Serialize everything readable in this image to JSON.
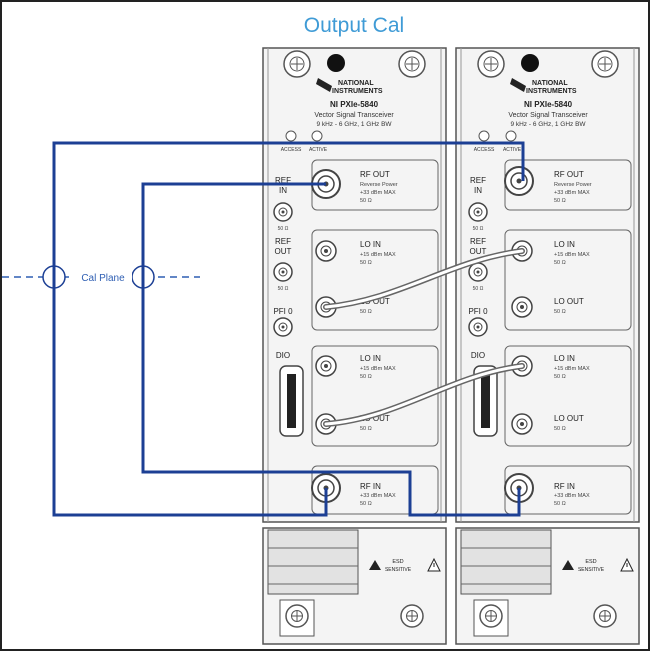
{
  "title": "Output Cal",
  "cal_plane_label": "Cal Plane",
  "colors": {
    "title": "#3f9bd6",
    "cable_blue": "#1c3f94",
    "dashed": "#2f5fb3",
    "panel_fill": "#f3f3f3",
    "panel_stroke": "#555555",
    "text": "#222222",
    "coax": "#777777"
  },
  "modules": [
    {
      "brand_line1": "NATIONAL",
      "brand_line2": "INSTRUMENTS",
      "model": "NI PXIe-5840",
      "subtitle1": "Vector Signal Transceiver",
      "subtitle2": "9 kHz - 6 GHz, 1 GHz BW",
      "led_access": "ACCESS",
      "led_active": "ACTIVE",
      "ref_in": [
        "REF",
        "IN"
      ],
      "ref_out": [
        "REF",
        "OUT"
      ],
      "pfi": "PFI 0",
      "dio": "DIO",
      "small_50": "50 Ω",
      "rf_out": {
        "label": "RF OUT",
        "sub1": "Reverse Power",
        "sub2": "+33 dBm MAX",
        "sub3": "50 Ω"
      },
      "lo_in_1": {
        "label": "LO IN",
        "sub1": "+15 dBm MAX",
        "sub2": "50 Ω"
      },
      "lo_out_1": {
        "label": "LO OUT",
        "sub1": "50 Ω"
      },
      "lo_in_2": {
        "label": "LO IN",
        "sub1": "+15 dBm MAX",
        "sub2": "50 Ω"
      },
      "lo_out_2": {
        "label": "LO OUT",
        "sub1": "50 Ω"
      },
      "rf_in": {
        "label": "RF IN",
        "sub1": "+33 dBm MAX",
        "sub2": "50 Ω"
      },
      "esd1": "ESD",
      "esd2": "SENSITIVE"
    },
    {
      "brand_line1": "NATIONAL",
      "brand_line2": "INSTRUMENTS",
      "model": "NI PXIe-5840",
      "subtitle1": "Vector Signal Transceiver",
      "subtitle2": "9 kHz - 6 GHz, 1 GHz BW",
      "led_access": "ACCESS",
      "led_active": "ACTIVE",
      "ref_in": [
        "REF",
        "IN"
      ],
      "ref_out": [
        "REF",
        "OUT"
      ],
      "pfi": "PFI 0",
      "dio": "DIO",
      "small_50": "50 Ω",
      "rf_out": {
        "label": "RF OUT",
        "sub1": "Reverse Power",
        "sub2": "+33 dBm MAX",
        "sub3": "50 Ω"
      },
      "lo_in_1": {
        "label": "LO IN",
        "sub1": "+15 dBm MAX",
        "sub2": "50 Ω"
      },
      "lo_out_1": {
        "label": "LO OUT",
        "sub1": "50 Ω"
      },
      "lo_in_2": {
        "label": "LO IN",
        "sub1": "+15 dBm MAX",
        "sub2": "50 Ω"
      },
      "lo_out_2": {
        "label": "LO OUT",
        "sub1": "50 Ω"
      },
      "rf_in": {
        "label": "RF IN",
        "sub1": "+33 dBm MAX",
        "sub2": "50 Ω"
      },
      "esd1": "ESD",
      "esd2": "SENSITIVE"
    }
  ]
}
